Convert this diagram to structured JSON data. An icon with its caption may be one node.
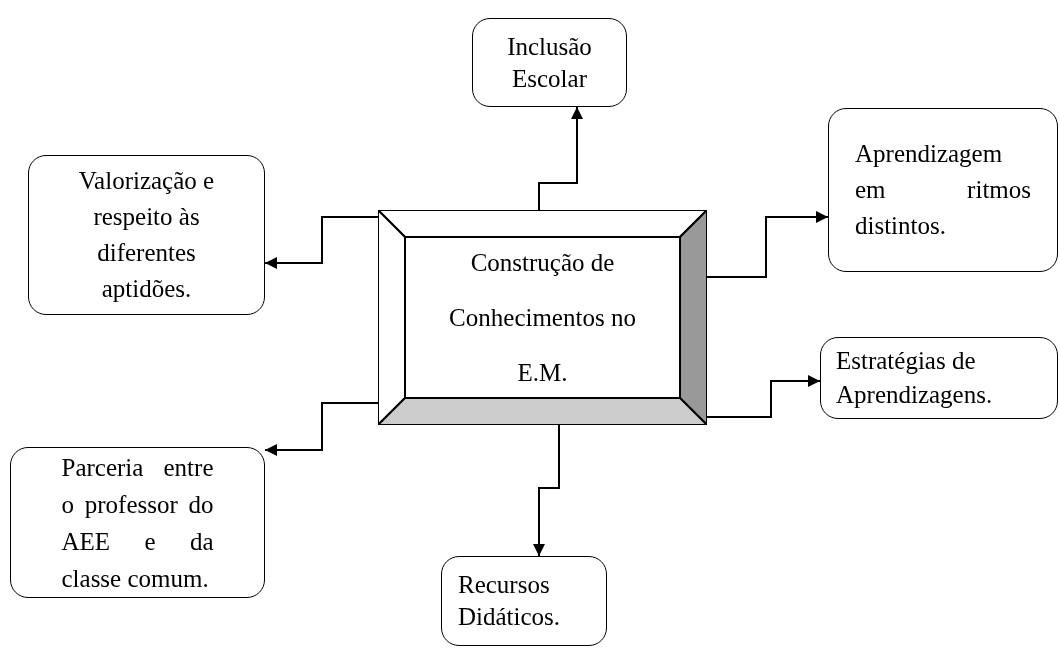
{
  "diagram": {
    "nodes": [
      {
        "text": [
          "Construção de Conhecimentos no E.M."
        ]
      },
      {
        "text": [
          "Inclusão Escolar"
        ]
      },
      {
        "text": [
          "Valorização e respeito às diferentes aptidões."
        ]
      },
      {
        "text": [
          "Aprendizagem em ritmos distintos."
        ]
      },
      {
        "text": [
          "Parceria entre o professor do AEE e da classe comum."
        ]
      },
      {
        "text": [
          "Estratégias de Aprendizagens."
        ]
      },
      {
        "text": [
          "Recursos Didáticos."
        ]
      }
    ],
    "edges": [
      {
        "from": 0,
        "to": 1,
        "arrow": "to"
      },
      {
        "from": 0,
        "to": 2,
        "arrow": "to"
      },
      {
        "from": 0,
        "to": 3,
        "arrow": "to"
      },
      {
        "from": 0,
        "to": 4,
        "arrow": "to"
      },
      {
        "from": 0,
        "to": 5,
        "arrow": "to"
      },
      {
        "from": 0,
        "to": 6,
        "arrow": "to"
      }
    ]
  }
}
